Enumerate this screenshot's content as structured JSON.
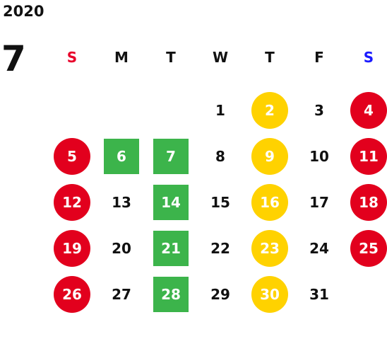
{
  "calendar": {
    "year": "2020",
    "month": "7",
    "weekdays": [
      {
        "label": "S",
        "color": "#e8002a"
      },
      {
        "label": "M",
        "color": "#111111"
      },
      {
        "label": "T",
        "color": "#111111"
      },
      {
        "label": "W",
        "color": "#111111"
      },
      {
        "label": "T",
        "color": "#111111"
      },
      {
        "label": "F",
        "color": "#111111"
      },
      {
        "label": "S",
        "color": "#1a1aff"
      }
    ],
    "first_weekday_index": 3,
    "days": [
      {
        "day": "1",
        "mark": "none"
      },
      {
        "day": "2",
        "mark": "yellow-circle"
      },
      {
        "day": "3",
        "mark": "none"
      },
      {
        "day": "4",
        "mark": "red-circle"
      },
      {
        "day": "5",
        "mark": "red-circle"
      },
      {
        "day": "6",
        "mark": "green-square"
      },
      {
        "day": "7",
        "mark": "green-square"
      },
      {
        "day": "8",
        "mark": "none"
      },
      {
        "day": "9",
        "mark": "yellow-circle"
      },
      {
        "day": "10",
        "mark": "none"
      },
      {
        "day": "11",
        "mark": "red-circle"
      },
      {
        "day": "12",
        "mark": "red-circle"
      },
      {
        "day": "13",
        "mark": "none"
      },
      {
        "day": "14",
        "mark": "green-square"
      },
      {
        "day": "15",
        "mark": "none"
      },
      {
        "day": "16",
        "mark": "yellow-circle"
      },
      {
        "day": "17",
        "mark": "none"
      },
      {
        "day": "18",
        "mark": "red-circle"
      },
      {
        "day": "19",
        "mark": "red-circle"
      },
      {
        "day": "20",
        "mark": "none"
      },
      {
        "day": "21",
        "mark": "green-square"
      },
      {
        "day": "22",
        "mark": "none"
      },
      {
        "day": "23",
        "mark": "yellow-circle"
      },
      {
        "day": "24",
        "mark": "none"
      },
      {
        "day": "25",
        "mark": "red-circle"
      },
      {
        "day": "26",
        "mark": "red-circle"
      },
      {
        "day": "27",
        "mark": "none"
      },
      {
        "day": "28",
        "mark": "green-square"
      },
      {
        "day": "29",
        "mark": "none"
      },
      {
        "day": "30",
        "mark": "yellow-circle"
      },
      {
        "day": "31",
        "mark": "none"
      }
    ]
  },
  "colors": {
    "red": "#e2001d",
    "yellow": "#ffd200",
    "green": "#3cb44b"
  }
}
